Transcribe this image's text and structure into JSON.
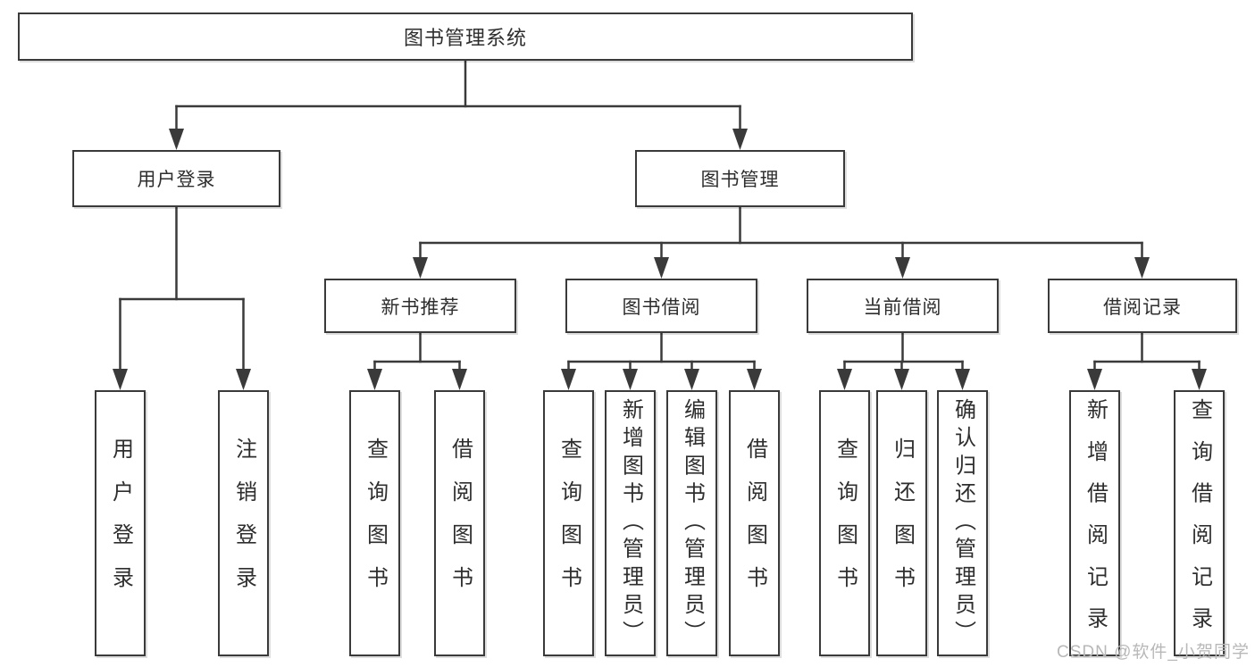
{
  "colors": {
    "line": "#3a3a3a",
    "box_border": "#3a3a3a",
    "text": "#2e2e2e",
    "watermark_text": "#b8b8b8",
    "background": "#ffffff"
  },
  "watermark": {
    "text": "CSDN @软件_小贺同学"
  },
  "tree": {
    "root": {
      "label": "图书管理系统",
      "children": [
        {
          "label": "用户登录",
          "children": [
            {
              "label": "用户登录"
            },
            {
              "label": "注销登录"
            }
          ]
        },
        {
          "label": "图书管理",
          "children": [
            {
              "label": "新书推荐",
              "children": [
                {
                  "label": "查询图书"
                },
                {
                  "label": "借阅图书"
                }
              ]
            },
            {
              "label": "图书借阅",
              "children": [
                {
                  "label": "查询图书"
                },
                {
                  "label": "新增图书（管理员）"
                },
                {
                  "label": "编辑图书（管理员）"
                },
                {
                  "label": "借阅图书"
                }
              ]
            },
            {
              "label": "当前借阅",
              "children": [
                {
                  "label": "查询图书"
                },
                {
                  "label": "归还图书"
                },
                {
                  "label": "确认归还（管理员）"
                }
              ]
            },
            {
              "label": "借阅记录",
              "children": [
                {
                  "label": "新增借阅记录"
                },
                {
                  "label": "查询借阅记录"
                }
              ]
            }
          ]
        }
      ]
    }
  }
}
